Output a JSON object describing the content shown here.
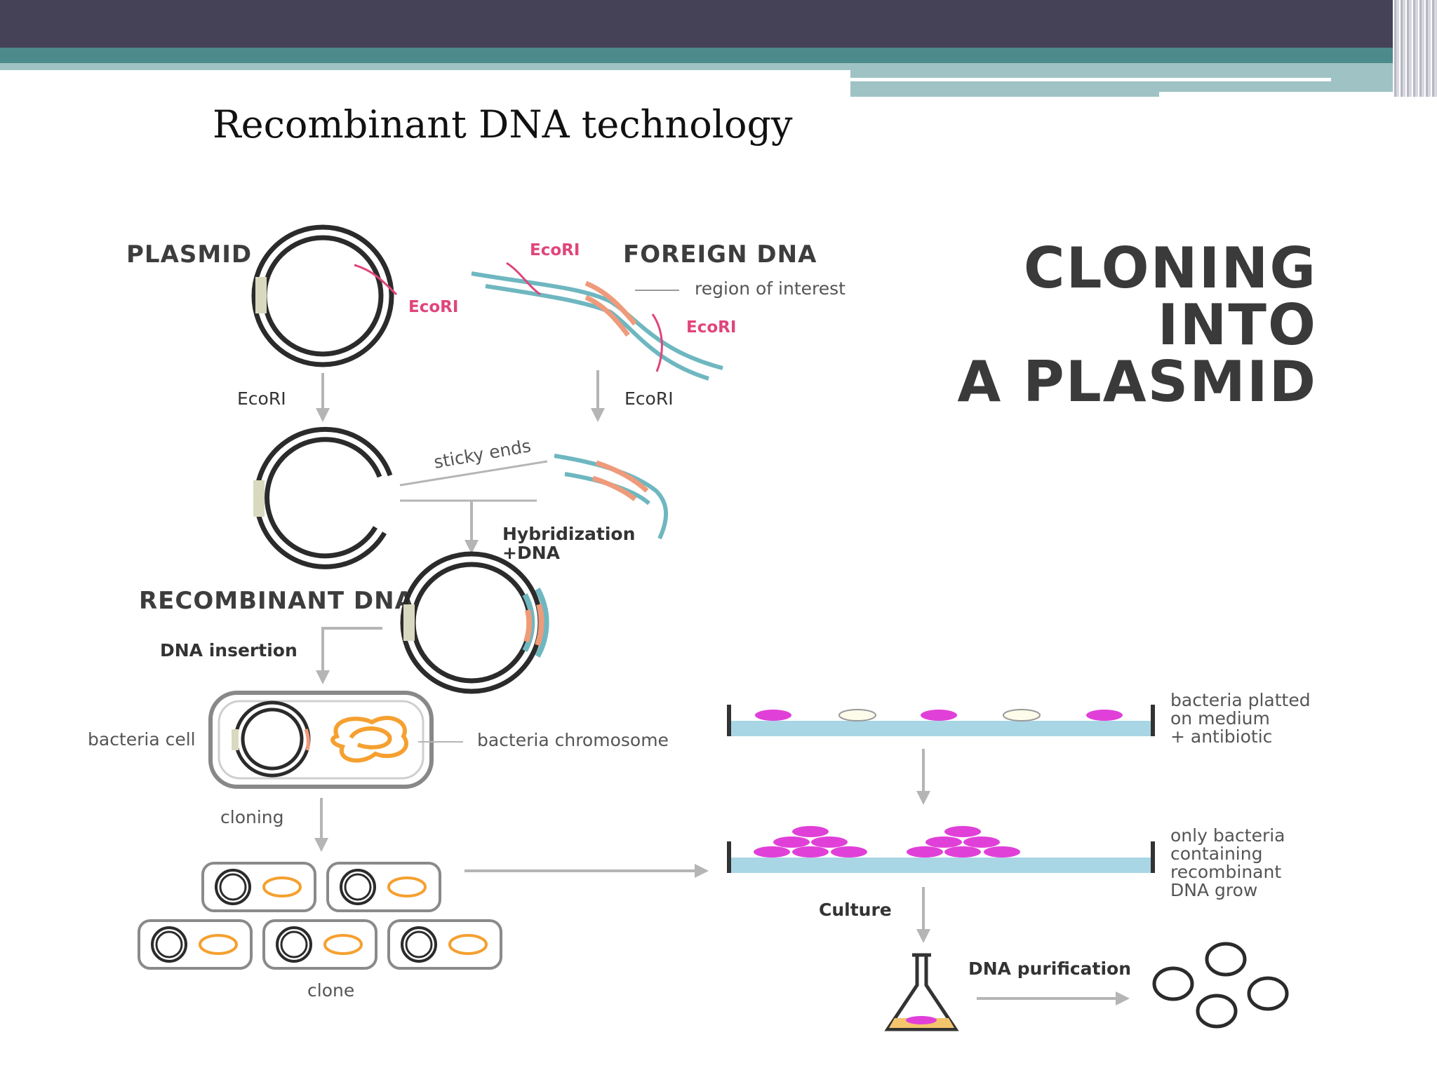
{
  "slide": {
    "title": "Recombinant DNA technology",
    "colors": {
      "header_dark": "#454258",
      "header_teal": "#4d8a8c",
      "header_light": "#9fc3c5"
    }
  },
  "diagram": {
    "headline": [
      "CLONING",
      "INTO",
      "A PLASMID"
    ],
    "labels": {
      "plasmid": "PLASMID",
      "foreign_dna": "FOREIGN DNA",
      "ecori_plasmid_site": "EcoRI",
      "ecori_foreign_top": "EcoRI",
      "ecori_foreign_bottom": "EcoRI",
      "region_of_interest": "region of interest",
      "ecori_arrow_left": "EcoRI",
      "ecori_arrow_right": "EcoRI",
      "sticky_ends": "sticky ends",
      "hybridization": "Hybridization",
      "plus_dna": "+DNA",
      "recombinant_dna": "RECOMBINANT DNA",
      "dna_insertion": "DNA insertion",
      "bacteria_cell": "bacteria cell",
      "bacteria_chromosome": "bacteria chromosome",
      "cloning": "cloning",
      "clone": "clone",
      "plate_label": [
        "bacteria platted",
        "on medium",
        "+ antibiotic"
      ],
      "grow_label": [
        "only bacteria",
        "containing",
        "recombinant",
        "DNA grow"
      ],
      "culture": "Culture",
      "dna_purification": "DNA purification"
    },
    "colors": {
      "dna_teal": "#6fb7c0",
      "insert_orange": "#ef9a7a",
      "enzyme_pink": "#e0457b",
      "colony_magenta": "#e040d8",
      "chromosome_orange": "#f5a030",
      "plate_blue": "#a8d6e5",
      "arrow_gray": "#b5b5b5"
    }
  }
}
